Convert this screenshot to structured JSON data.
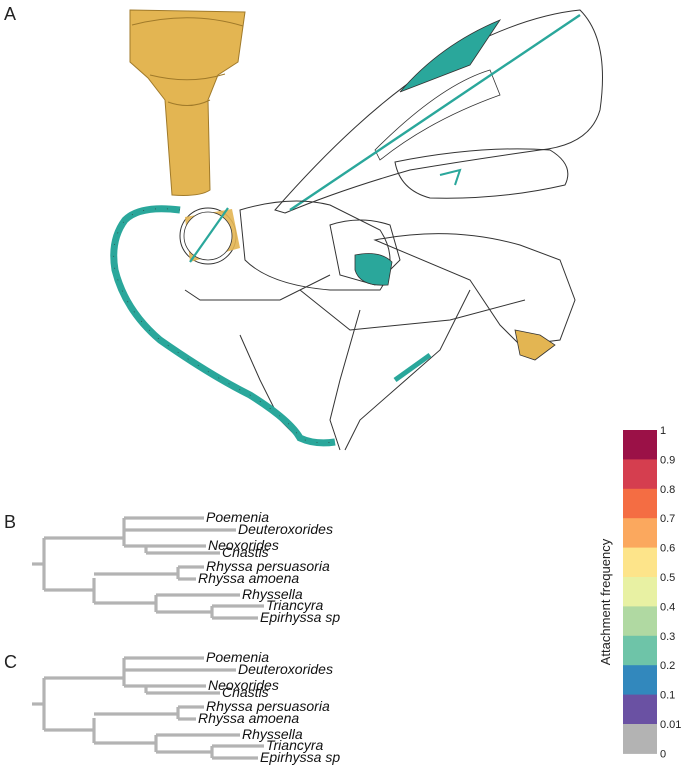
{
  "panels": {
    "a": "A",
    "b": "B",
    "c": "C"
  },
  "taxa": [
    "Poemenia",
    "Deuteroxorides",
    "Neoxorides",
    "Cnastis",
    "Rhyssa persuasoria",
    "Rhyssa amoena",
    "Rhyssella",
    "Triancyra",
    "Epirhyssa sp"
  ],
  "colorbar": {
    "title": "Attachment frequency",
    "ticks": [
      "1",
      "0.9",
      "0.8",
      "0.7",
      "0.6",
      "0.5",
      "0.4",
      "0.3",
      "0.2",
      "0.1",
      "0.01",
      "0"
    ],
    "colors": [
      "#9b1147",
      "#d53e4f",
      "#f46d43",
      "#fba85e",
      "#fde48a",
      "#e8f1a3",
      "#b0d9a2",
      "#6ec4a8",
      "#3288bd",
      "#6a51a3",
      "#b3b3b3"
    ]
  },
  "colors": {
    "character": "#2aa79b",
    "head": "#e3b552",
    "outline": "#333333",
    "default_branch": "#b3b3b3"
  }
}
